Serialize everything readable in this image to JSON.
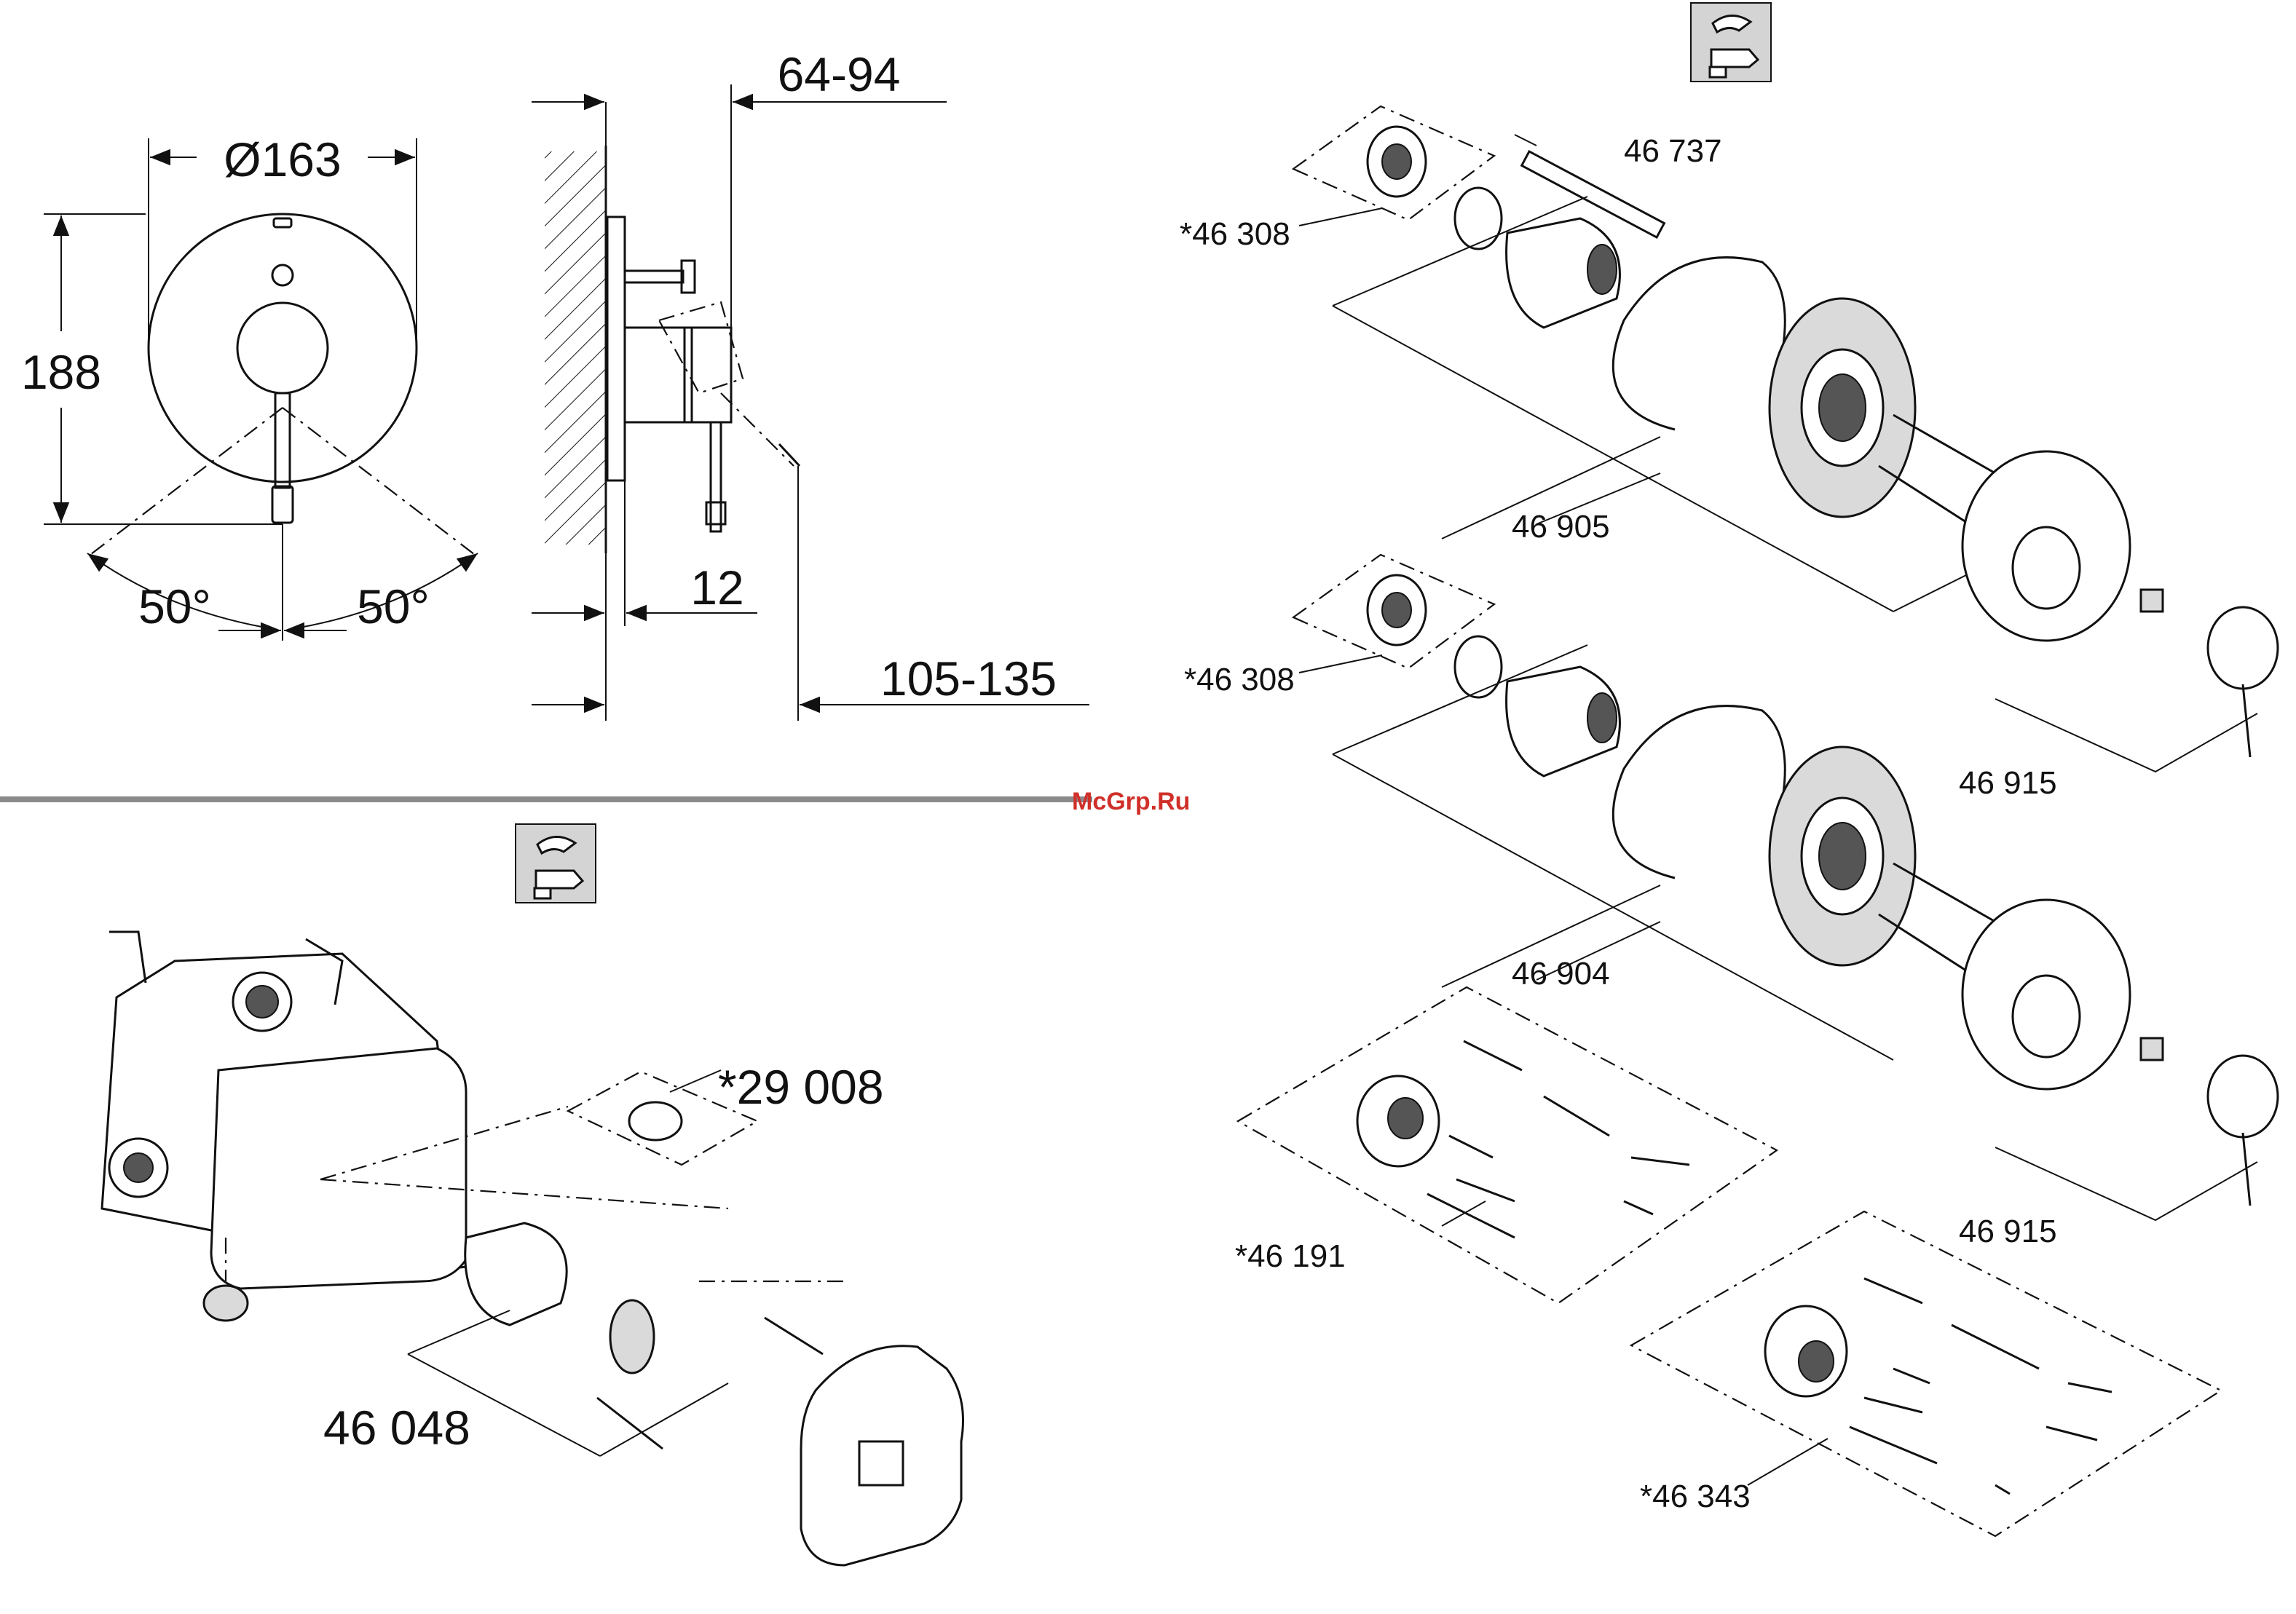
{
  "dimensions": {
    "diameter": "Ø163",
    "height": "188",
    "angle_left": "50°",
    "angle_right": "50°",
    "depth_top": "64-94",
    "plate_offset": "12",
    "depth_bottom": "105-135"
  },
  "parts": {
    "cap_upper": "*46 308",
    "stem": "46 737",
    "trim_upper": "46 905",
    "cap_lower": "*46 308",
    "handle_upper": "46 915",
    "trim_lower": "46 904",
    "handle_lower": "46 915",
    "repair_kit_left": "*46 191",
    "repair_kit_right": "*46 343",
    "stop_valve": "*29 008",
    "cartridge": "46 048"
  },
  "watermark": "McGrp.Ru",
  "icons": [
    "mixer-tap-icon",
    "mixer-tap-icon"
  ]
}
